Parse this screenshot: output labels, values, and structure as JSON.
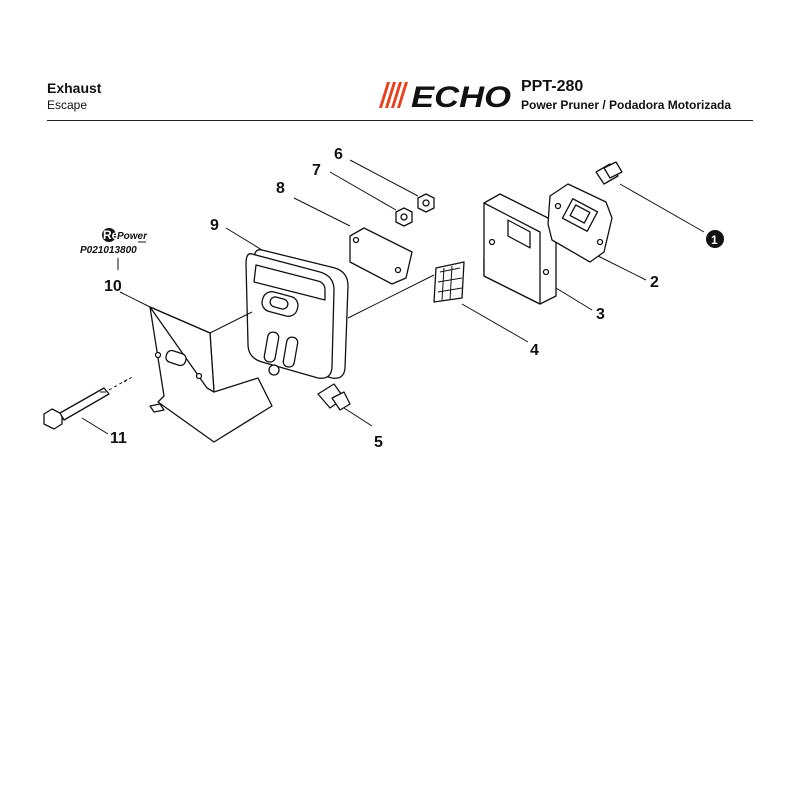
{
  "header": {
    "section_title": "Exhaust",
    "section_subtitle": "Escape",
    "brand": "ECHO",
    "model": "PPT-280",
    "model_description": "Power Pruner / Podadora Motorizada"
  },
  "colors": {
    "brand_red": "#e8401c",
    "line": "#111111"
  },
  "repower": {
    "badge_re": "Re",
    "badge_power": "Power",
    "part_number": "P021013800"
  },
  "callouts": {
    "c1": "1",
    "c2": "2",
    "c3": "3",
    "c4": "4",
    "c5": "5",
    "c6": "6",
    "c7": "7",
    "c8": "8",
    "c9": "9",
    "c10": "10",
    "c11": "11"
  }
}
